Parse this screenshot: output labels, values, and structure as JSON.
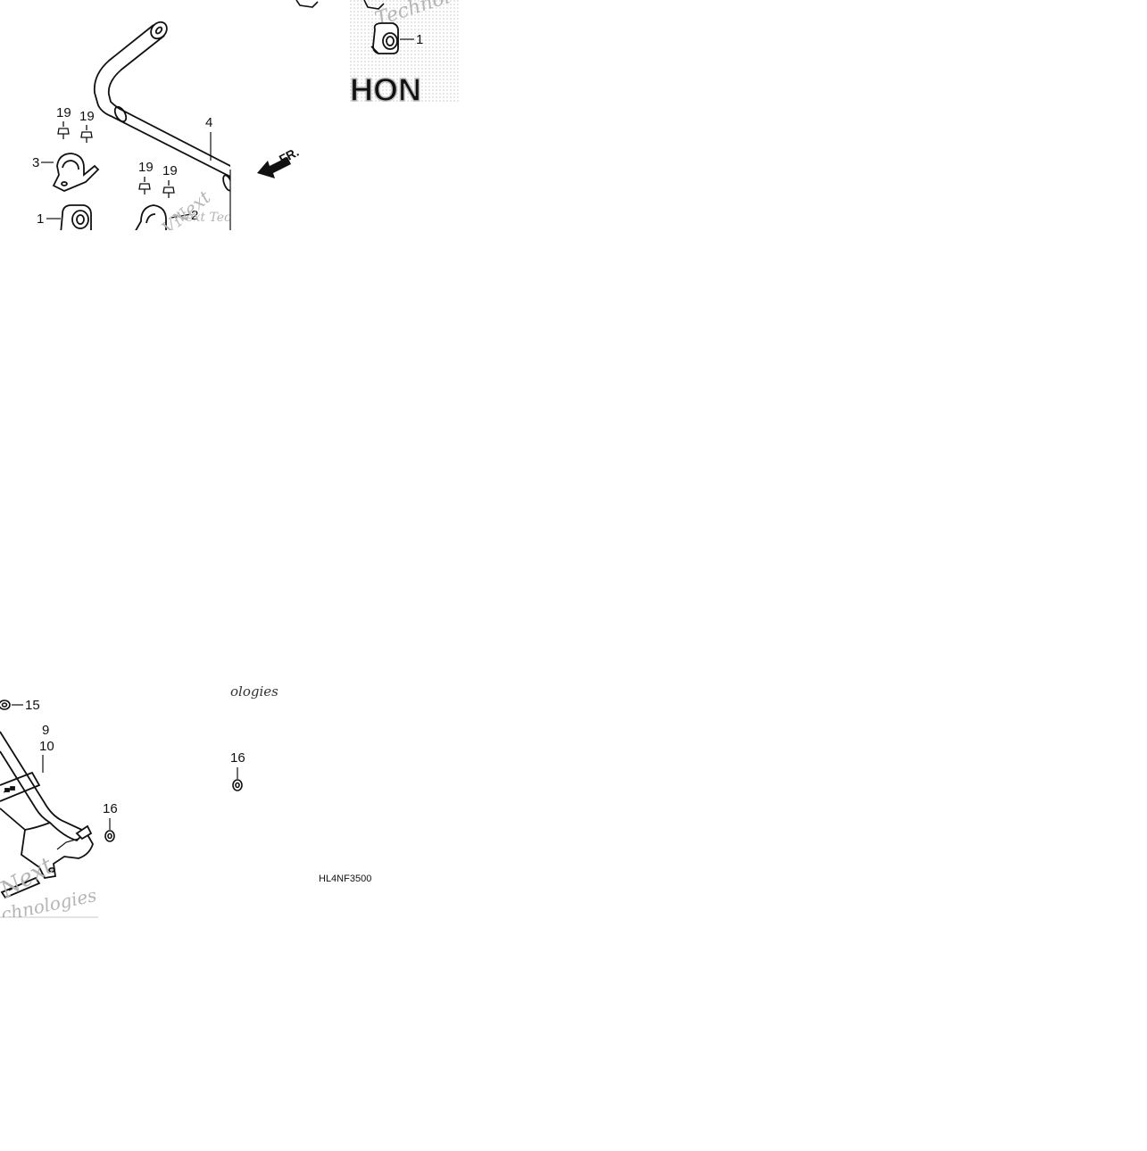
{
  "diagram_code": "HL4NF3500",
  "front_marker": "FR.",
  "watermark": {
    "brand_fragment": "Technol",
    "words": [
      "VNext",
      "Next Tech",
      "ologies",
      "Next",
      "chnologies",
      "Technologies"
    ],
    "logo_text": "HON"
  },
  "callouts": {
    "c1a": "1",
    "c1b": "1",
    "c2": "2",
    "c3": "3",
    "c4": "4",
    "c9": "9",
    "c10": "10",
    "c15": "15",
    "c16a": "16",
    "c16b": "16",
    "c19a": "19",
    "c19b": "19",
    "c19c": "19",
    "c19d": "19"
  },
  "colors": {
    "line": "#111111",
    "watermark": "#b5b5b5",
    "dot": "#c8c8c8"
  }
}
